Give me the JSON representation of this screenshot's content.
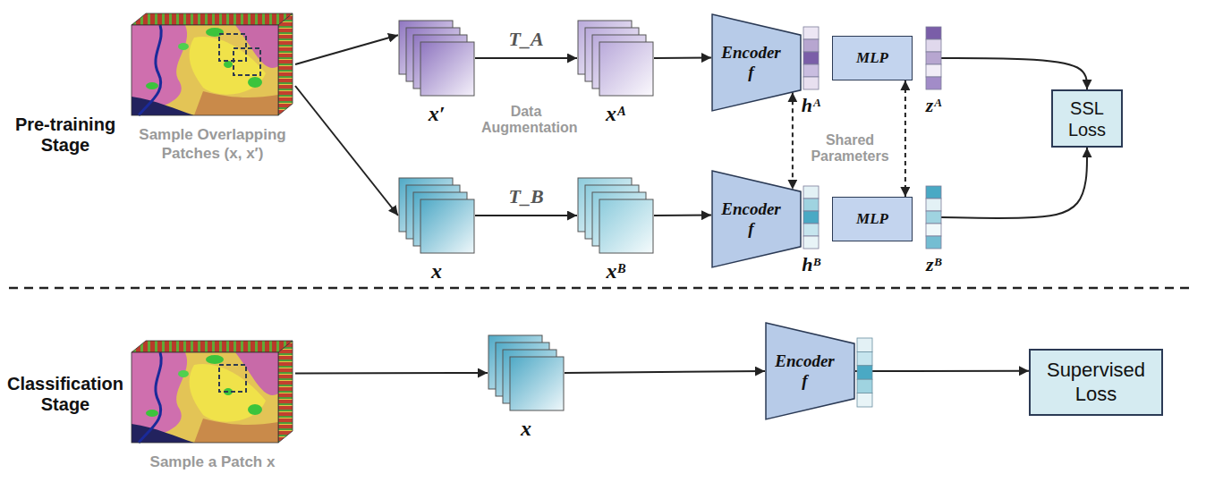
{
  "diagram": {
    "nodes": [
      {
        "text": [
          "Sample Overlapping Patches (x, x′)"
        ]
      },
      {
        "text": [
          "x′"
        ]
      },
      {
        "text": [
          "xᴬ"
        ]
      },
      {
        "text": [
          "Encoder f"
        ]
      },
      {
        "text": [
          "hᴬ"
        ]
      },
      {
        "text": [
          "MLP"
        ]
      },
      {
        "text": [
          "zᴬ"
        ]
      },
      {
        "text": [
          "SSL Loss"
        ]
      },
      {
        "text": [
          "x"
        ]
      },
      {
        "text": [
          "xᴮ"
        ]
      },
      {
        "text": [
          "Encoder f"
        ]
      },
      {
        "text": [
          "hᴮ"
        ]
      },
      {
        "text": [
          "MLP"
        ]
      },
      {
        "text": [
          "zᴮ"
        ]
      },
      {
        "text": [
          "Sample a Patch x"
        ]
      },
      {
        "text": [
          "x"
        ]
      },
      {
        "text": [
          "Encoder f"
        ]
      },
      {
        "text": [
          "Supervised Loss"
        ]
      }
    ],
    "edges": [
      {
        "from": 0,
        "to": 1,
        "arrow": "to"
      },
      {
        "from": 0,
        "to": 8,
        "arrow": "to"
      },
      {
        "from": 1,
        "to": 2,
        "arrow": "to",
        "label": "T_A"
      },
      {
        "from": 2,
        "to": 3,
        "arrow": "to"
      },
      {
        "from": 3,
        "to": 10,
        "arrow": "both"
      },
      {
        "from": 5,
        "to": 12,
        "arrow": "both"
      },
      {
        "from": 6,
        "to": 7,
        "arrow": "to"
      },
      {
        "from": 8,
        "to": 9,
        "arrow": "to",
        "label": "T_B"
      },
      {
        "from": 9,
        "to": 10,
        "arrow": "to"
      },
      {
        "from": 13,
        "to": 7,
        "arrow": "to"
      },
      {
        "from": 14,
        "to": 15,
        "arrow": "to"
      },
      {
        "from": 15,
        "to": 16,
        "arrow": "to"
      },
      {
        "from": 16,
        "to": 17,
        "arrow": "to"
      }
    ],
    "labels": [
      "Pre-training Stage",
      "Data Augmentation",
      "Shared Parameters",
      "Classification Stage"
    ]
  }
}
